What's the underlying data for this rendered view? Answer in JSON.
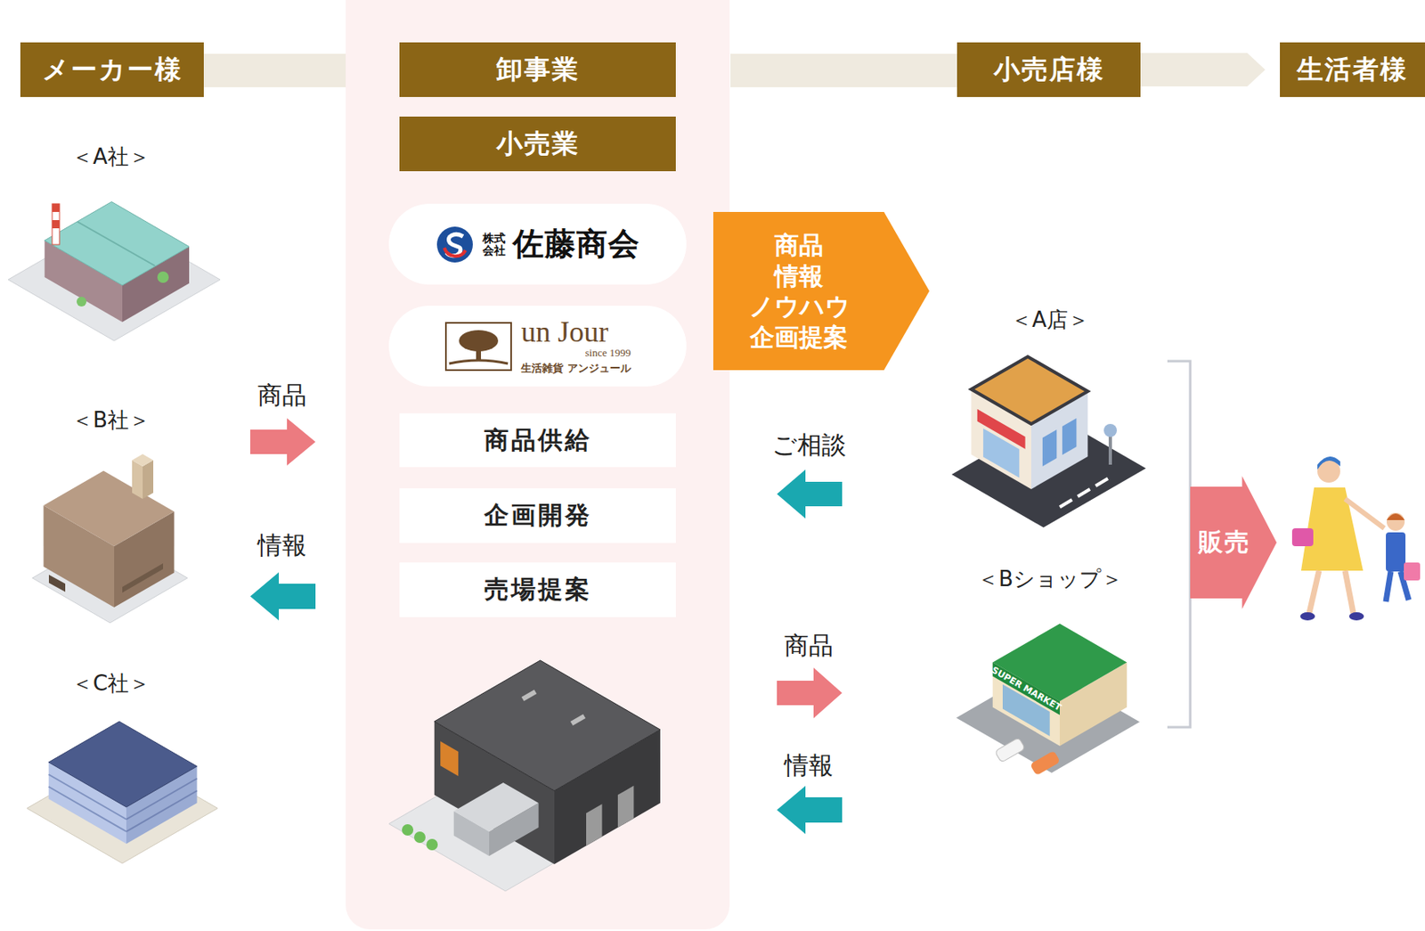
{
  "diagram": {
    "nodes": [
      {
        "text": [
          "メーカー様"
        ]
      },
      {
        "text": [
          "卸事業"
        ]
      },
      {
        "text": [
          "小売業"
        ]
      },
      {
        "text": [
          "小売店様"
        ]
      },
      {
        "text": [
          "生活者様"
        ]
      },
      {
        "text": [
          "株式 会社",
          "佐藤商会"
        ]
      },
      {
        "text": [
          "un Jour",
          "since 1999",
          "生活雑貨 アンジュール"
        ]
      },
      {
        "text": [
          "商品供給"
        ]
      },
      {
        "text": [
          "企画開発"
        ]
      },
      {
        "text": [
          "売場提案"
        ]
      },
      {
        "text": [
          "商品 情報 ノウハウ 企画提案"
        ]
      },
      {
        "text": [
          "販売"
        ]
      }
    ],
    "edges": [
      {
        "from": 3,
        "to": 4,
        "arrow": "to"
      }
    ],
    "labels": [
      "＜A社＞",
      "＜B社＞",
      "＜C社＞",
      "商品",
      "情報",
      "ご相談",
      "商品",
      "情報",
      "＜A店＞",
      "＜Bショップ＞",
      "SUPER MARKET"
    ]
  }
}
